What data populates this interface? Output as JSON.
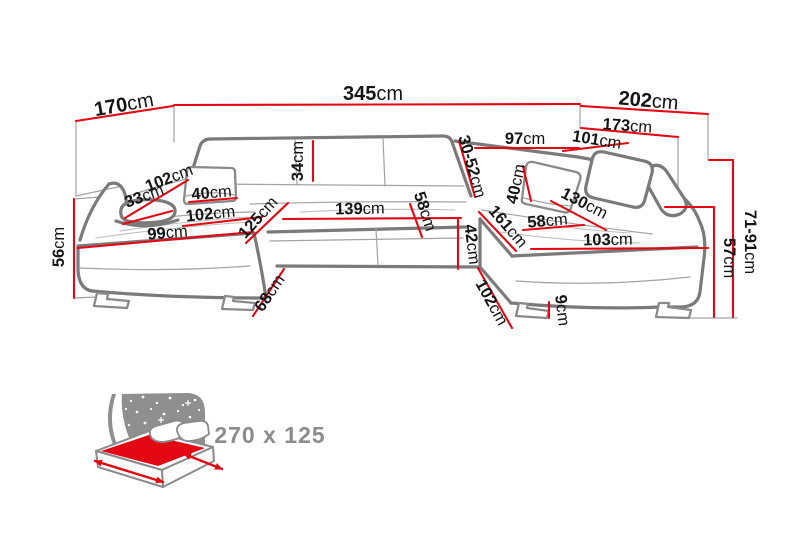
{
  "diagram": {
    "dims": [
      {
        "id": "back-width-left",
        "value": "170",
        "unit": "cm"
      },
      {
        "id": "back-width-total",
        "value": "345",
        "unit": "cm"
      },
      {
        "id": "back-width-right",
        "value": "202",
        "unit": "cm"
      },
      {
        "id": "right-inner-length",
        "value": "173",
        "unit": "cm"
      },
      {
        "id": "right-back-top",
        "value": "97",
        "unit": "cm"
      },
      {
        "id": "right-back-inner",
        "value": "101",
        "unit": "cm"
      },
      {
        "id": "backrest-height",
        "value": "34",
        "unit": "cm"
      },
      {
        "id": "headrest-adjustable-height",
        "value": "30-52",
        "unit": "cm"
      },
      {
        "id": "left-arm-diagonal",
        "value": "102",
        "unit": "cm"
      },
      {
        "id": "left-armrest-height",
        "value": "33",
        "unit": "cm"
      },
      {
        "id": "left-pillow-width",
        "value": "40",
        "unit": "cm"
      },
      {
        "id": "left-seat-depth",
        "value": "102",
        "unit": "cm"
      },
      {
        "id": "left-chaise-front-width",
        "value": "99",
        "unit": "cm"
      },
      {
        "id": "left-chaise-length",
        "value": "125",
        "unit": "cm"
      },
      {
        "id": "middle-seat-width",
        "value": "139",
        "unit": "cm"
      },
      {
        "id": "middle-seat-depth",
        "value": "58",
        "unit": "cm"
      },
      {
        "id": "seat-front-height",
        "value": "42",
        "unit": "cm"
      },
      {
        "id": "right-chaise-length",
        "value": "161",
        "unit": "cm"
      },
      {
        "id": "right-pillow-width",
        "value": "40",
        "unit": "cm"
      },
      {
        "id": "right-back-length",
        "value": "130",
        "unit": "cm"
      },
      {
        "id": "right-seat-depth",
        "value": "58",
        "unit": "cm"
      },
      {
        "id": "right-chaise-front-width",
        "value": "103",
        "unit": "cm"
      },
      {
        "id": "right-chaise-side",
        "value": "102",
        "unit": "cm"
      },
      {
        "id": "left-chaise-side",
        "value": "68",
        "unit": "cm"
      },
      {
        "id": "leg-height",
        "value": "9",
        "unit": "cm"
      },
      {
        "id": "left-arm-height",
        "value": "56",
        "unit": "cm"
      },
      {
        "id": "seat-height",
        "value": "57",
        "unit": "cm"
      },
      {
        "id": "back-height-adjustable",
        "value": "71-91",
        "unit": "cm"
      }
    ]
  },
  "sleeping_area": {
    "size_label": "270 x 125"
  },
  "colors": {
    "dimension_red": "#e30613",
    "outline_gray": "#7a7a7a",
    "icon_gray": "#8f8f8f",
    "text_black": "#141414",
    "icon_text_gray": "#8c8c8c"
  }
}
